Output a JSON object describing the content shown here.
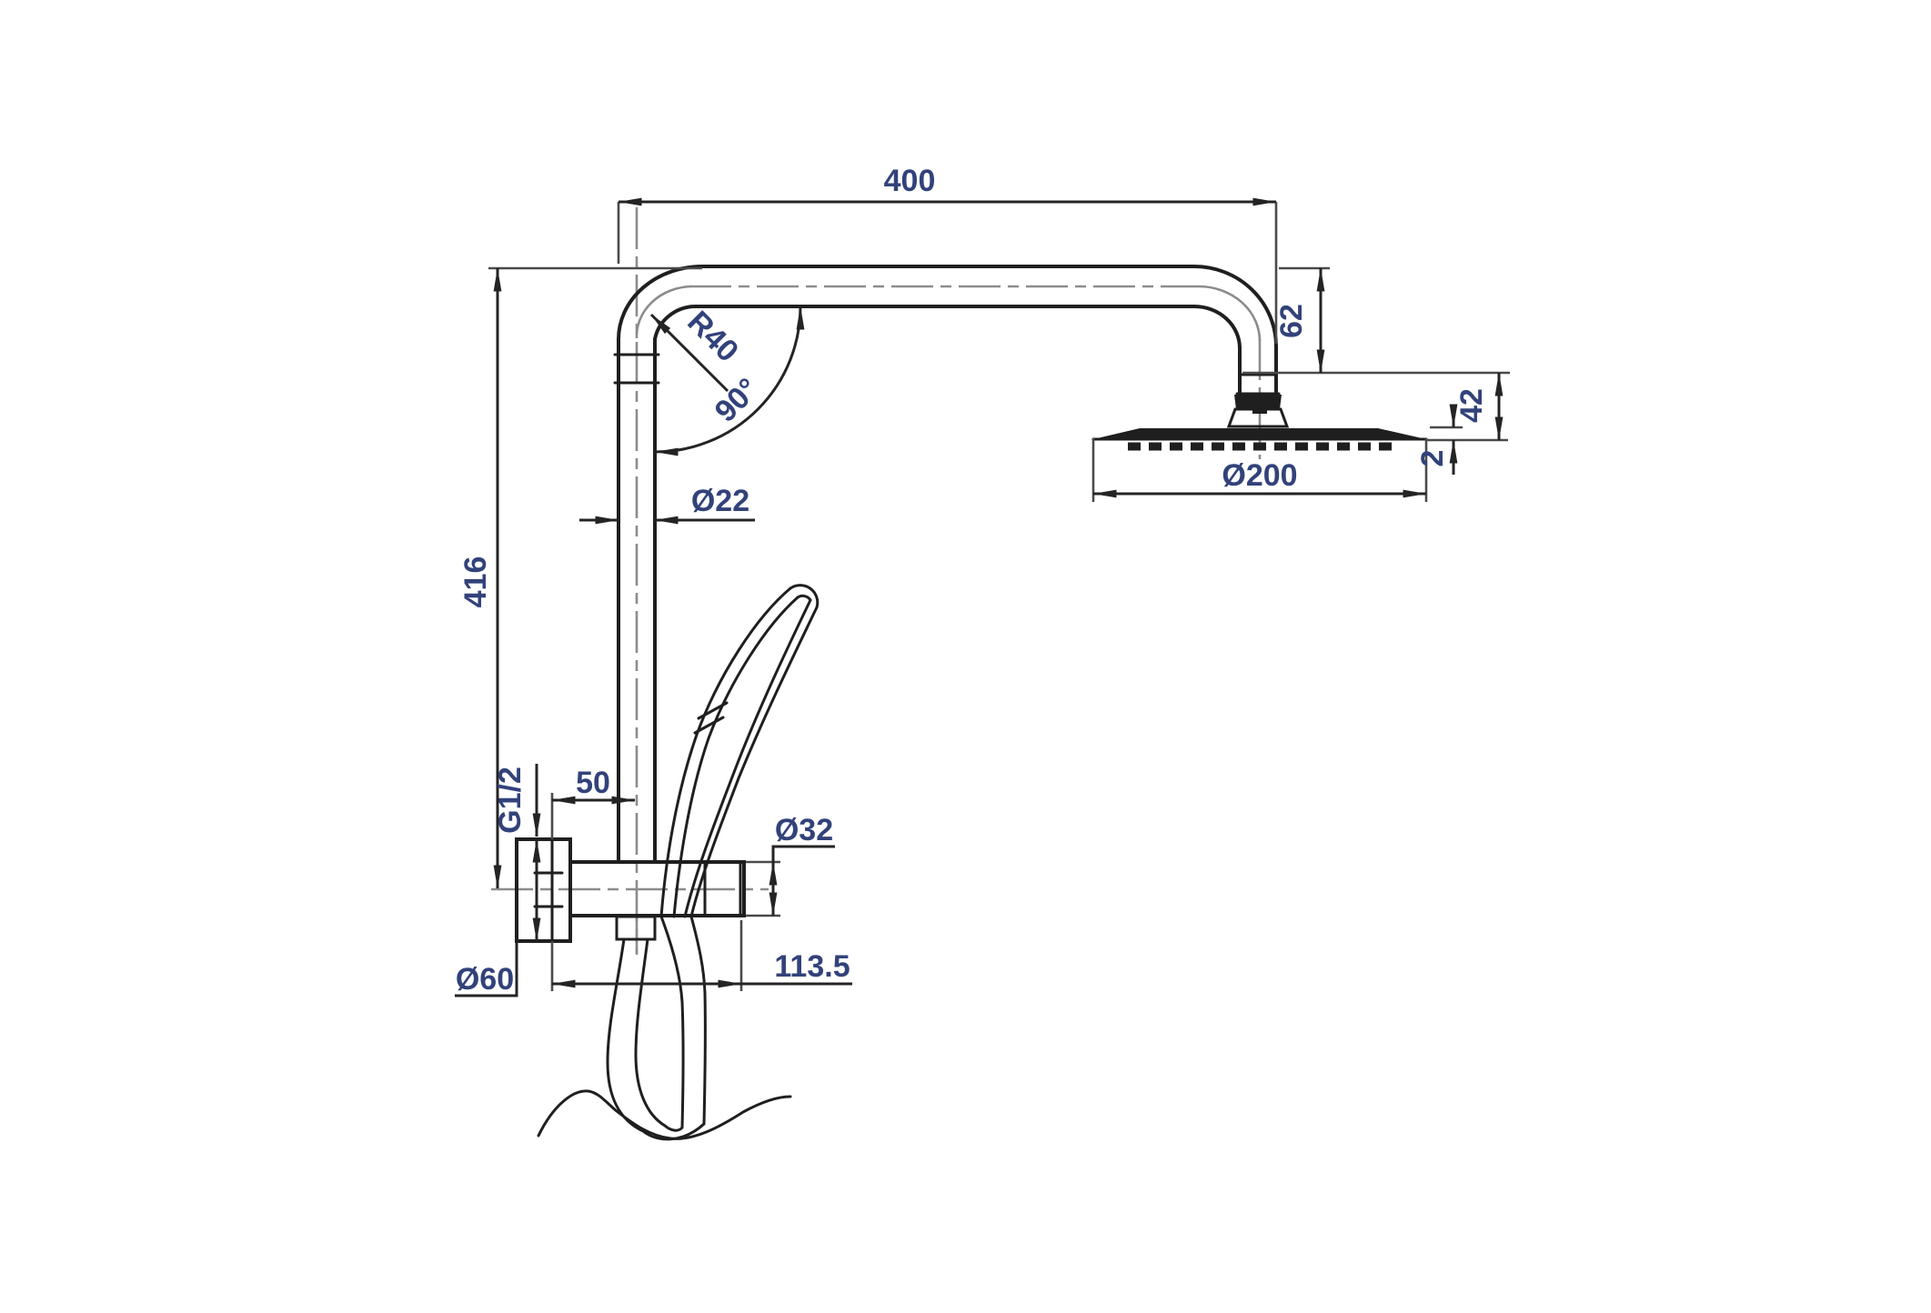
{
  "drawing": {
    "kind": "technical-dimension-drawing",
    "subject": "shower column with overhead rain shower head and hand shower",
    "colors": {
      "background": "#ffffff",
      "line": "#1f1f1f",
      "centerline": "#8c8c8c",
      "dimension_text": "#32427a"
    },
    "dimensions": {
      "top_arm_width": "400",
      "riser_height": "416",
      "head_drop": "62",
      "head_height": "42",
      "head_plate_thickness": "2",
      "head_diameter": "Ø200",
      "riser_pipe_diameter": "Ø22",
      "elbow_radius": "R40",
      "elbow_angle": "90°",
      "inlet_thread": "G1/2",
      "wall_to_riser": "50",
      "body_diameter": "Ø32",
      "escutcheon_diameter": "Ø60",
      "body_length": "113.5"
    }
  }
}
